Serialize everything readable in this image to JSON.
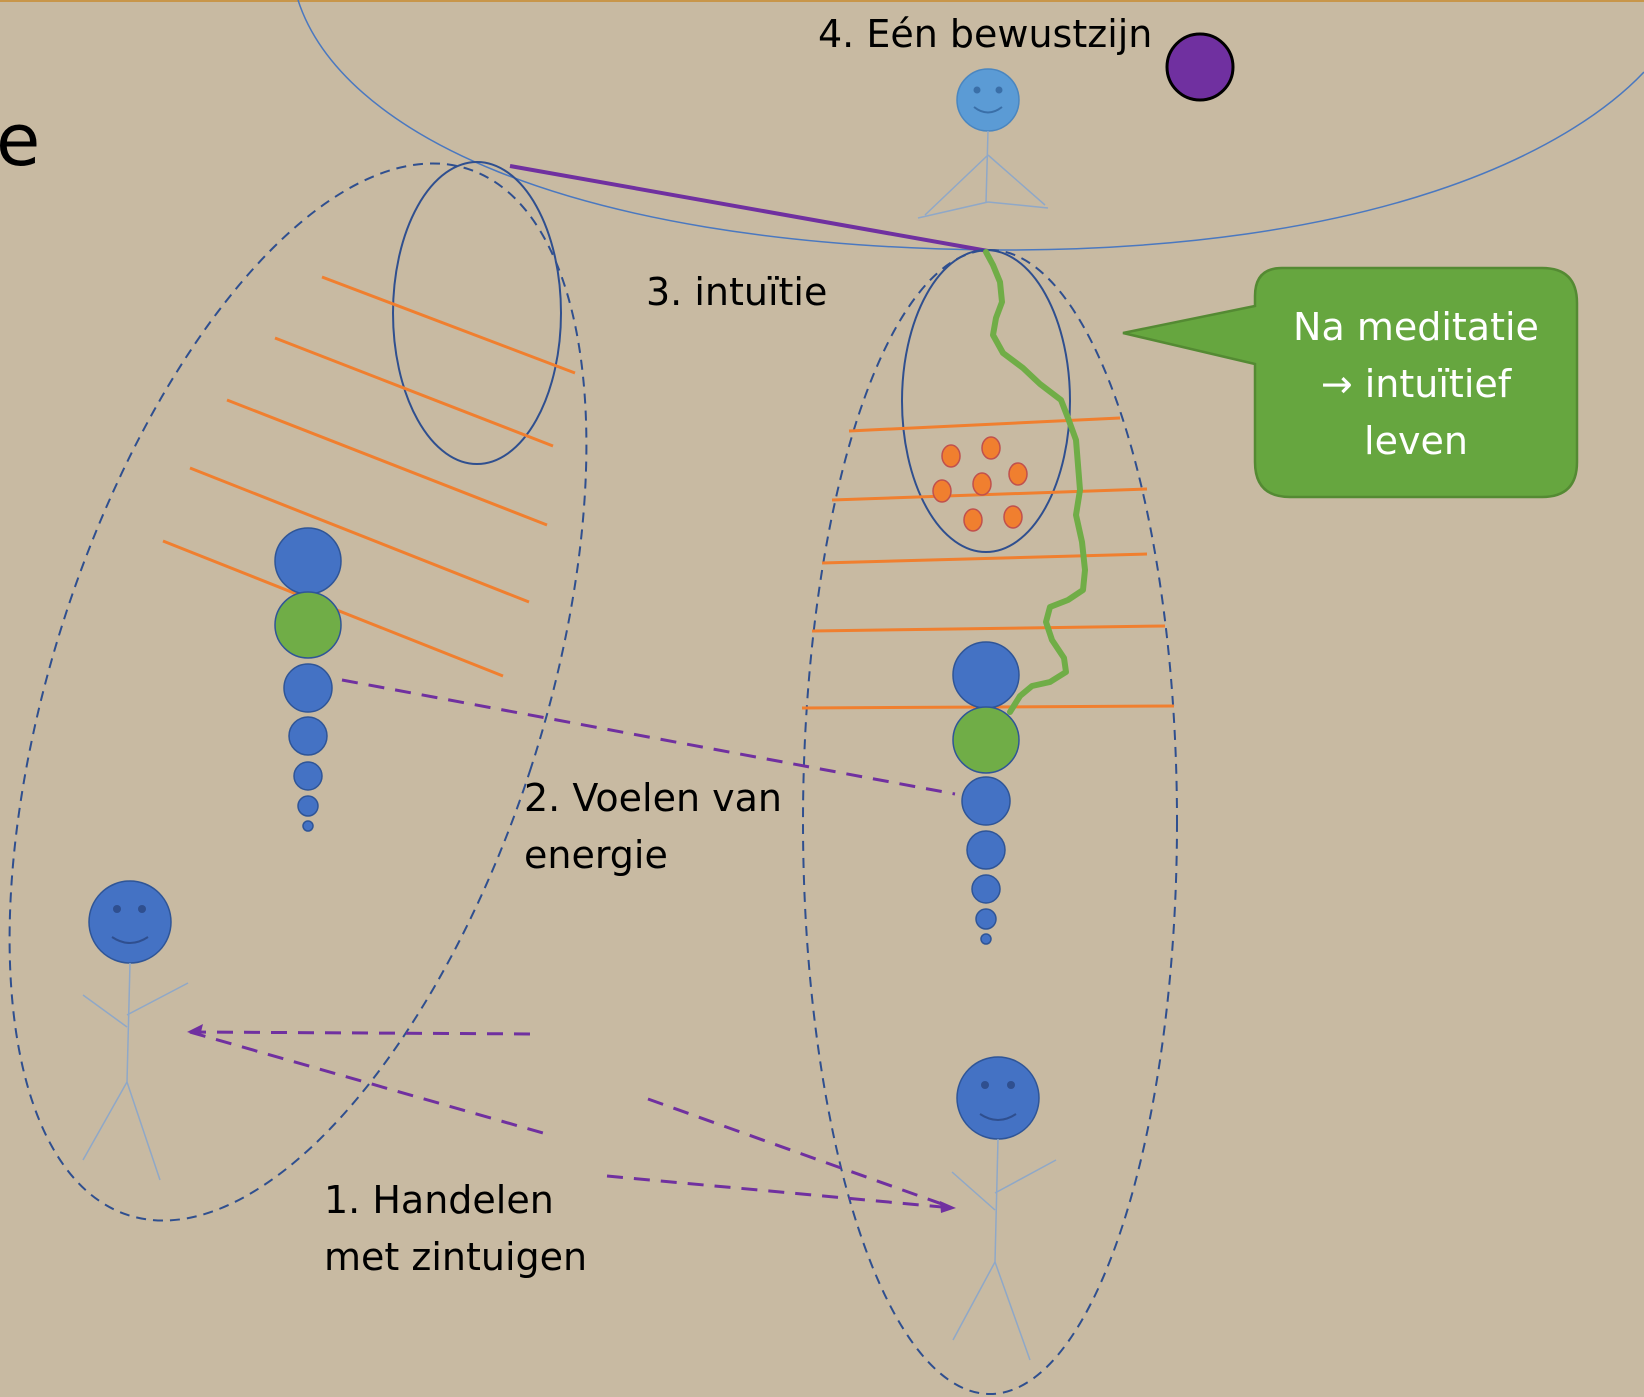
{
  "slide": {
    "partial_title": "e",
    "colors": {
      "background": "#c8baa2",
      "outline_blue": "#2f4f8f",
      "orange": "#f07f2f",
      "purple": "#7030a0",
      "chakra_blue": "#4472c4",
      "chakra_green": "#70ad47",
      "callout_green": "#66a63f",
      "figure_light_blue": "#5b9bd5"
    }
  },
  "labels": {
    "level_1_line1": "1. Handelen",
    "level_1_line2": "met zintuigen",
    "level_2_line1": "2. Voelen van",
    "level_2_line2": "energie",
    "level_3": "3. intuïtie",
    "level_4": "4. Eén bewustzijn"
  },
  "callout": {
    "line1": "Na meditatie",
    "line2": "→ intuïtief",
    "line3": "leven"
  }
}
